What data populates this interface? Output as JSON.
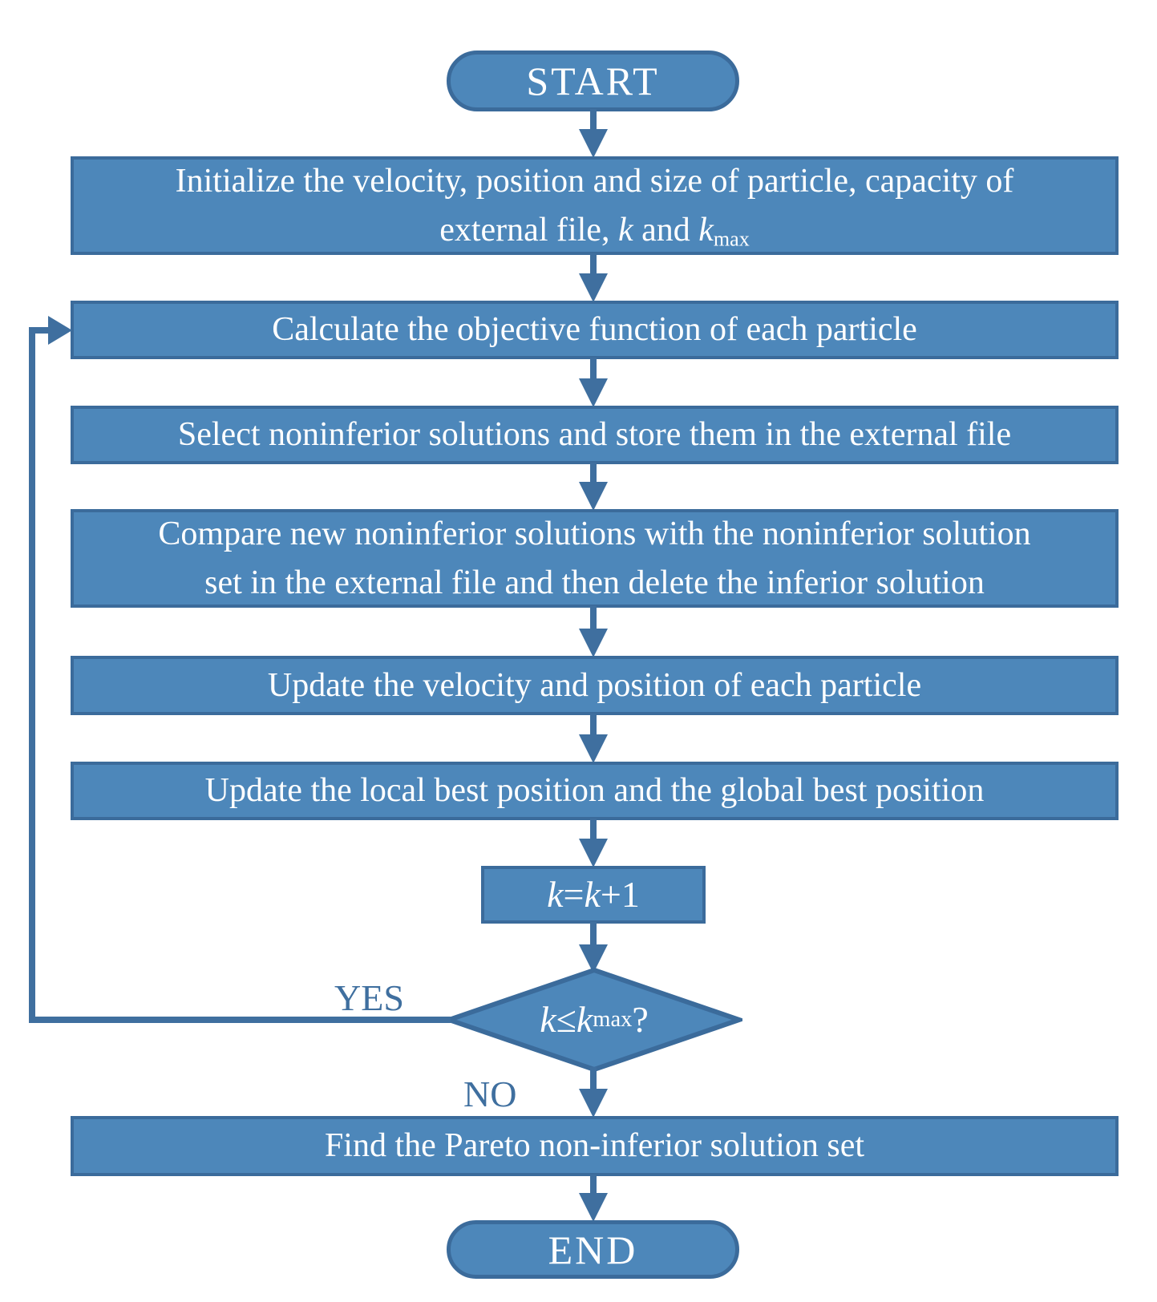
{
  "palette": {
    "fill": "#4d87ba",
    "border": "#3b6b9b",
    "line": "#3f6f9f",
    "label": "#3f6f9f",
    "nodetext": "#ffffff"
  },
  "nodes": {
    "start": {
      "label": "START"
    },
    "init": {
      "line1": "Initialize the velocity, position and size of particle, capacity of",
      "line2_pre": "external file, ",
      "k1": "k",
      "mid": " and ",
      "k2": "k",
      "sub": "max"
    },
    "calculate": {
      "label": "Calculate the objective function of each particle"
    },
    "select": {
      "label": "Select noninferior solutions and store them in the external file"
    },
    "compare": {
      "line1": "Compare new noninferior solutions with the noninferior solution",
      "line2": "set in the external file and then delete the inferior solution"
    },
    "update_velocity": {
      "label": "Update the velocity and position of each particle"
    },
    "update_best": {
      "label": "Update the local best position and the global best position"
    },
    "increment": {
      "k1": "k",
      "eq": "=",
      "k2": "k",
      "plus": "+1"
    },
    "decision": {
      "k1": "k",
      "le": "≤",
      "k2": "k",
      "sub": "max",
      "q": "?"
    },
    "find": {
      "label": "Find the Pareto non-inferior solution set"
    },
    "end": {
      "label": "END"
    }
  },
  "edges": {
    "yes_label": "YES",
    "no_label": "NO"
  }
}
